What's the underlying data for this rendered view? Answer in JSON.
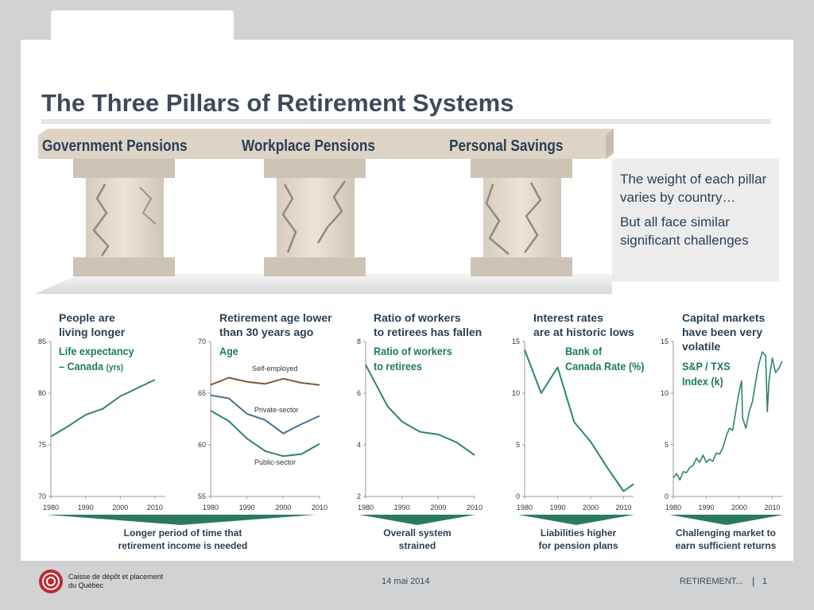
{
  "slide": {
    "title": "The Three Pillars of Retirement Systems",
    "pillars": [
      {
        "label": "Government Pensions"
      },
      {
        "label": "Workplace Pensions"
      },
      {
        "label": "Personal Savings"
      }
    ],
    "callout": {
      "line1": "The weight of each pillar varies by country…",
      "line2": "But all face similar significant challenges"
    }
  },
  "footer": {
    "org_line1": "Caisse de dépôt et placement",
    "org_line2": "du Québec",
    "date": "14 mai 2014",
    "section": "RETIREMENT...",
    "separator": "|",
    "page": "1"
  },
  "colors": {
    "series": "#2e8566",
    "series_blue": "#4a6f92",
    "series_brown": "#7a5838",
    "heading": "#2a3f55",
    "sub_heading": "#1d7a5f",
    "arrow": "#2a7a63"
  },
  "chart_data": [
    {
      "type": "line",
      "heading1": "People are",
      "heading2": "living longer",
      "sub1": "Life expectancy",
      "sub2": "– Canada",
      "sub_unit": "(yrs)",
      "xlim": [
        1980,
        2013
      ],
      "ylim": [
        70,
        85
      ],
      "xticks": [
        "1980",
        "1990",
        "2000",
        "2010"
      ],
      "yticks": [
        "70",
        "75",
        "80",
        "85"
      ],
      "series": [
        {
          "x": [
            1980,
            1985,
            1990,
            1995,
            2000,
            2005,
            2010
          ],
          "y": [
            75.8,
            76.8,
            77.9,
            78.5,
            79.7,
            80.5,
            81.3
          ]
        }
      ]
    },
    {
      "type": "line",
      "heading1": "Retirement age lower",
      "heading2": "than 30 years ago",
      "sub1": "Age",
      "xlim": [
        1980,
        2010
      ],
      "ylim": [
        55,
        70
      ],
      "xticks": [
        "1980",
        "1990",
        "2000",
        "2010"
      ],
      "yticks": [
        "55",
        "60",
        "65",
        "70"
      ],
      "series": [
        {
          "name": "Self-employed",
          "x": [
            1980,
            1985,
            1990,
            1995,
            2000,
            2005,
            2010
          ],
          "y": [
            65.8,
            66.5,
            66.1,
            65.9,
            66.4,
            66.0,
            65.8
          ]
        },
        {
          "name": "Private-sector",
          "x": [
            1980,
            1985,
            1990,
            1995,
            2000,
            2005,
            2010
          ],
          "y": [
            64.8,
            64.5,
            63.0,
            62.4,
            61.1,
            62.0,
            62.8
          ]
        },
        {
          "name": "Public-sector",
          "x": [
            1980,
            1985,
            1990,
            1995,
            2000,
            2005,
            2010
          ],
          "y": [
            63.3,
            62.3,
            60.6,
            59.4,
            58.9,
            59.1,
            60.1
          ]
        }
      ]
    },
    {
      "type": "line",
      "heading1": "Ratio of workers",
      "heading2": "to retirees has fallen",
      "sub1": "Ratio of workers",
      "sub2": "to retirees",
      "xlim": [
        1980,
        2010
      ],
      "ylim": [
        2,
        8
      ],
      "xticks": [
        "1980",
        "1990",
        "2000",
        "2010"
      ],
      "yticks": [
        "2",
        "4",
        "6",
        "8"
      ],
      "series": [
        {
          "x": [
            1980,
            1983,
            1986,
            1990,
            1995,
            2000,
            2005,
            2010
          ],
          "y": [
            7.1,
            6.3,
            5.5,
            4.9,
            4.5,
            4.4,
            4.1,
            3.6
          ]
        }
      ]
    },
    {
      "type": "line",
      "heading1": "Interest rates",
      "heading2": "are at historic lows",
      "sub1": "Bank of",
      "sub2": "Canada Rate (%)",
      "xlim": [
        1980,
        2013
      ],
      "ylim": [
        0,
        15
      ],
      "xticks": [
        "1980",
        "1990",
        "2000",
        "2010"
      ],
      "yticks": [
        "0",
        "5",
        "10",
        "15"
      ],
      "series": [
        {
          "x": [
            1980,
            1985,
            1990,
            1995,
            2000,
            2005,
            2010,
            2013
          ],
          "y": [
            14.2,
            10.0,
            12.5,
            7.2,
            5.3,
            2.8,
            0.5,
            1.2
          ]
        }
      ]
    },
    {
      "type": "line",
      "heading1": "Capital markets",
      "heading2": "have been very",
      "heading3": "volatile",
      "sub1": "S&P / TXS",
      "sub2": "Index (k)",
      "xlim": [
        1980,
        2013
      ],
      "ylim": [
        0,
        15
      ],
      "xticks": [
        "1980",
        "1990",
        "2000",
        "2010"
      ],
      "yticks": [
        "0",
        "5",
        "10",
        "15"
      ],
      "series": [
        {
          "x": [
            1980,
            1981,
            1982,
            1983,
            1984,
            1985,
            1986,
            1987,
            1988,
            1989,
            1990,
            1991,
            1992,
            1993,
            1994,
            1995,
            1996,
            1997,
            1998,
            1999,
            2000,
            2000.7,
            2001,
            2002,
            2003,
            2004,
            2005,
            2006,
            2007,
            2008,
            2008.5,
            2009,
            2010,
            2011,
            2012,
            2013
          ],
          "y": [
            1.8,
            2.2,
            1.6,
            2.4,
            2.3,
            2.8,
            3.0,
            3.7,
            3.3,
            4.0,
            3.3,
            3.6,
            3.4,
            4.2,
            4.1,
            4.7,
            5.8,
            6.6,
            6.4,
            8.4,
            10.2,
            11.2,
            7.6,
            6.6,
            8.2,
            9.2,
            11.2,
            12.9,
            14.0,
            13.6,
            8.2,
            11.2,
            13.4,
            12.0,
            12.4,
            13.1
          ]
        }
      ]
    }
  ],
  "conclusions": [
    {
      "line1": "Longer period of time that",
      "line2": "retirement income is needed"
    },
    {
      "line1": "Overall system",
      "line2": "strained"
    },
    {
      "line1": "Liabilities higher",
      "line2": "for pension plans"
    },
    {
      "line1": "Challenging market to",
      "line2": "earn sufficient returns"
    }
  ]
}
